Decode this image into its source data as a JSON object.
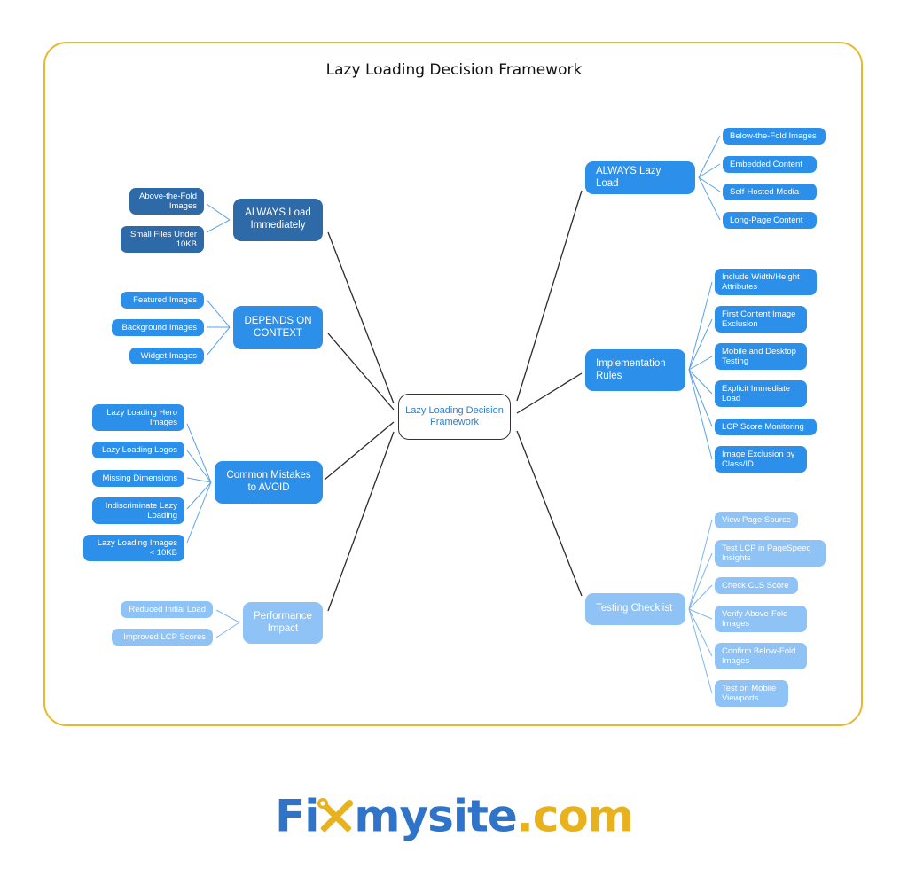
{
  "title": "Lazy Loading Decision Framework",
  "center": "Lazy Loading Decision Framework",
  "branches": {
    "always_lazy": {
      "label": "ALWAYS Lazy Load",
      "items": [
        "Below-the-Fold Images",
        "Embedded Content",
        "Self-Hosted Media",
        "Long-Page Content"
      ]
    },
    "implementation": {
      "label": "Implementation Rules",
      "items": [
        "Include Width/Height Attributes",
        "First Content Image Exclusion",
        "Mobile and Desktop Testing",
        "Explicit Immediate Load",
        "LCP Score Monitoring",
        "Image Exclusion by Class/ID"
      ]
    },
    "testing": {
      "label": "Testing Checklist",
      "items": [
        "View Page Source",
        "Test LCP in PageSpeed Insights",
        "Check CLS Score",
        "Verify Above-Fold Images",
        "Confirm Below-Fold Images",
        "Test on Mobile Viewports"
      ]
    },
    "always_load": {
      "label": "ALWAYS Load Immediately",
      "items": [
        "Above-the-Fold Images",
        "Small Files Under 10KB"
      ]
    },
    "depends": {
      "label": "DEPENDS ON CONTEXT",
      "items": [
        "Featured Images",
        "Background Images",
        "Widget Images"
      ]
    },
    "mistakes": {
      "label": "Common Mistakes to AVOID",
      "items": [
        "Lazy Loading Hero Images",
        "Lazy Loading Logos",
        "Missing Dimensions",
        "Indiscriminate Lazy Loading",
        "Lazy Loading Images < 10KB"
      ]
    },
    "performance": {
      "label": "Performance Impact",
      "items": [
        "Reduced Initial Load",
        "Improved LCP Scores"
      ]
    }
  },
  "logo": {
    "part1": "Fi",
    "part2": "mysite",
    "part3": ".com"
  },
  "colors": {
    "border": "#e7b92c",
    "dark": "#2e6aa8",
    "medium": "#2c8fea",
    "light": "#8fc2f5",
    "logo_blue": "#2f74c8",
    "logo_gold": "#e8b21f"
  },
  "icons": [
    "wrench-screwdriver-icon"
  ]
}
